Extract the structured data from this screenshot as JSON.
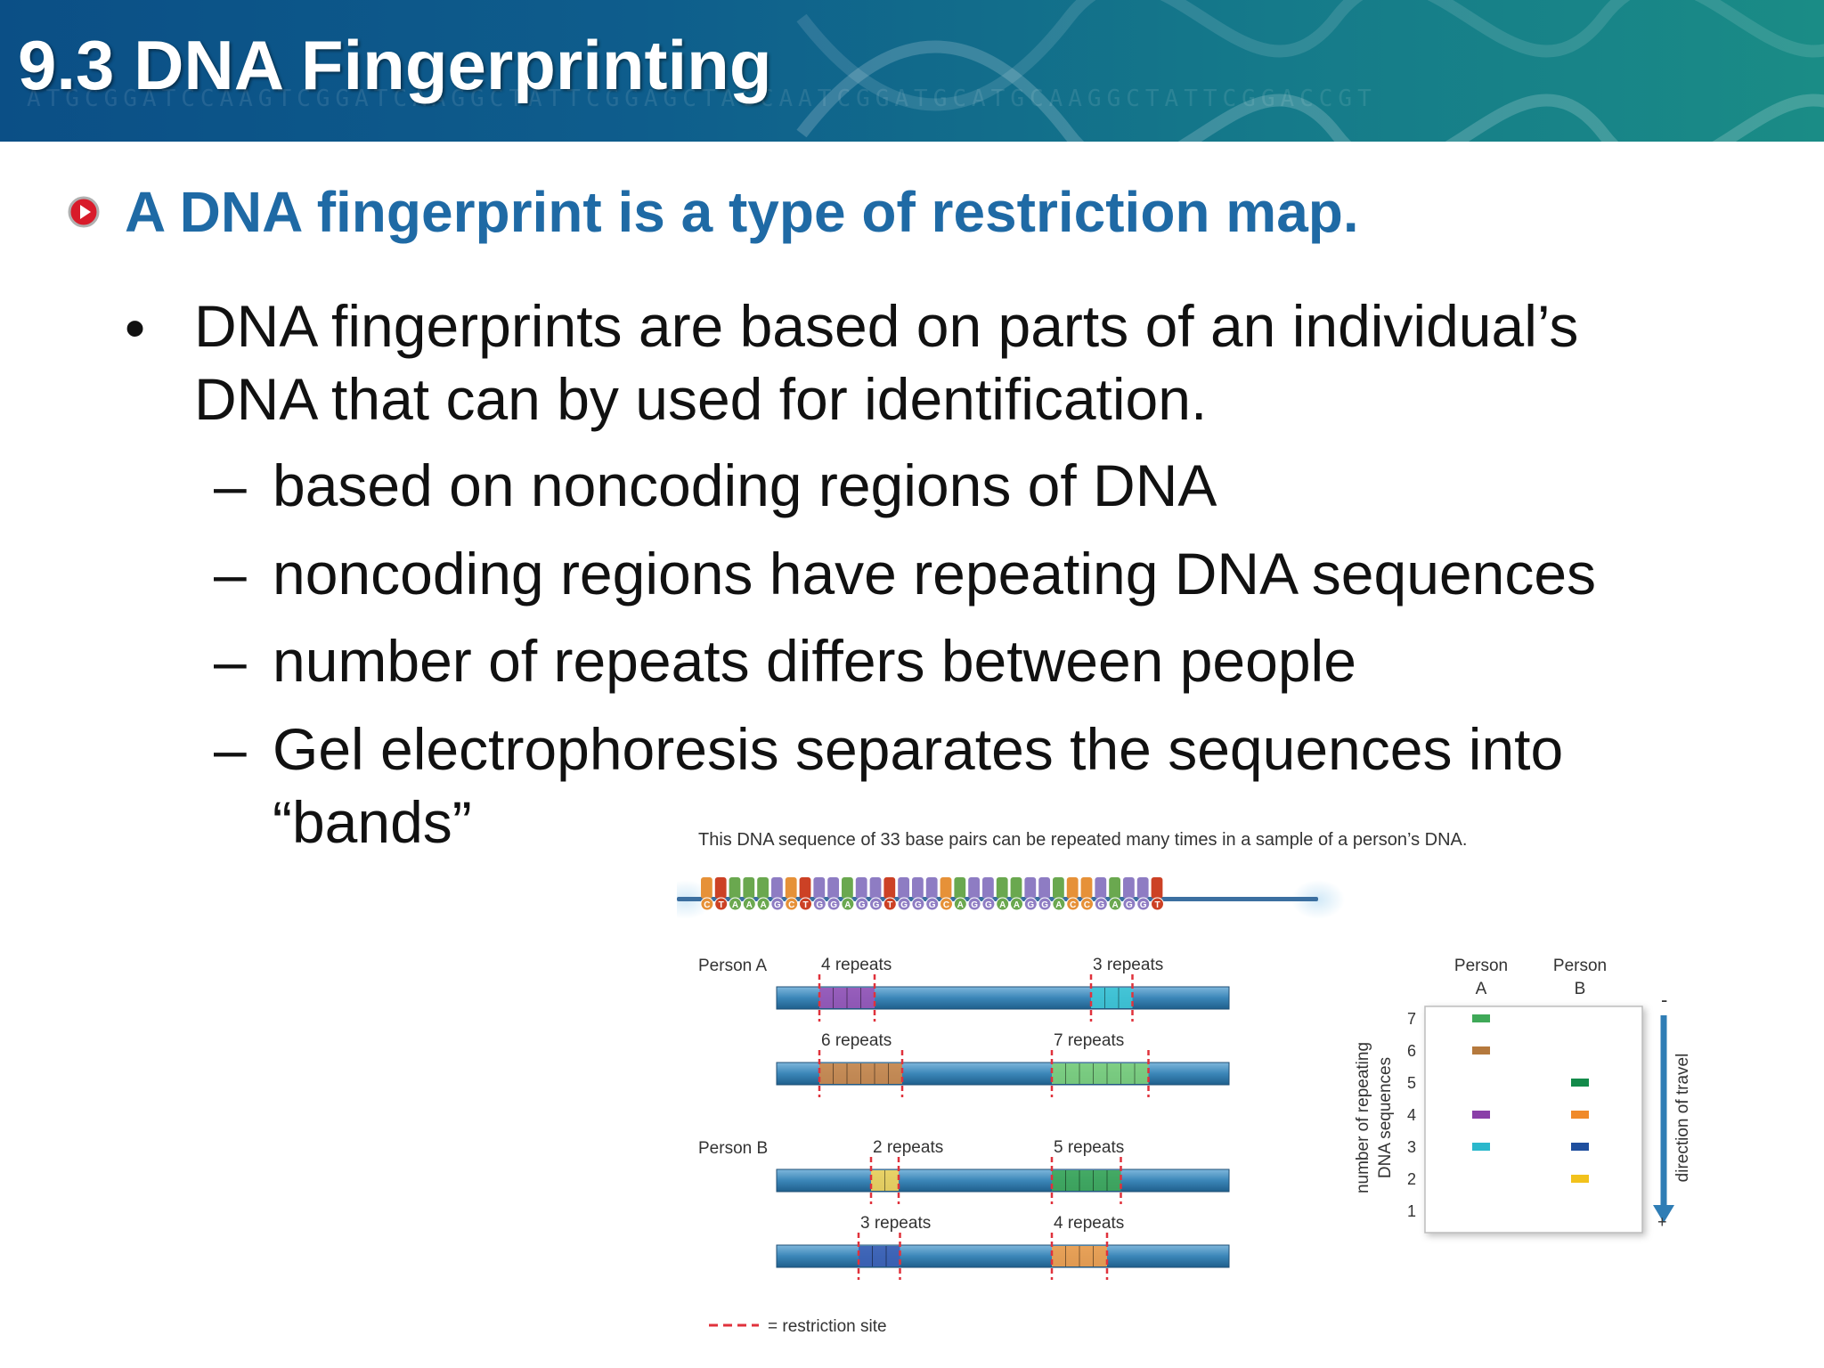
{
  "header": {
    "title": "9.3 DNA Fingerprinting"
  },
  "heading": {
    "text": "A DNA fingerprint is a type of restriction map."
  },
  "bullet": {
    "line1": "DNA fingerprints are based on parts of an individual’s",
    "line2": "DNA that can by used for identification."
  },
  "sub_bullets": [
    "based on noncoding regions of DNA",
    "noncoding regions have repeating DNA sequences",
    "number of repeats differs between people",
    "Gel electrophoresis separates the sequences into",
    "“bands”"
  ],
  "figure": {
    "caption": "This DNA sequence of 33 base pairs can be repeated many times in a sample of a person’s DNA.",
    "sequence": [
      "C",
      "T",
      "A",
      "A",
      "A",
      "G",
      "C",
      "T",
      "G",
      "G",
      "A",
      "G",
      "G",
      "T",
      "G",
      "G",
      "G",
      "C",
      "A",
      "G",
      "G",
      "A",
      "A",
      "G",
      "G",
      "A",
      "C",
      "C",
      "G",
      "A",
      "G",
      "G",
      "T"
    ],
    "base_colors": {
      "A": "#6aa84f",
      "C": "#e69138",
      "G": "#8e7cc3",
      "T": "#cc4125"
    },
    "person_a_label": "Person A",
    "person_b_label": "Person B",
    "strands": [
      {
        "left_label": "4 repeats",
        "right_label": "3 repeats",
        "left_count": 4,
        "right_count": 3,
        "left_color": "#9b55b8",
        "right_color": "#3fc7d6"
      },
      {
        "left_label": "6 repeats",
        "right_label": "7 repeats",
        "left_count": 6,
        "right_count": 7,
        "left_color": "#d08a4a",
        "right_color": "#7fd17a"
      },
      {
        "left_label": "2 repeats",
        "right_label": "5 repeats",
        "left_count": 2,
        "right_count": 5,
        "left_color": "#f5d55a",
        "right_color": "#3fa958"
      },
      {
        "left_label": "3 repeats",
        "right_label": "4 repeats",
        "left_count": 3,
        "right_count": 4,
        "left_color": "#3d5fb5",
        "right_color": "#f5a04a"
      }
    ],
    "legend_label": "= restriction site",
    "gel": {
      "col_a_label_1": "Person",
      "col_a_label_2": "A",
      "col_b_label_1": "Person",
      "col_b_label_2": "B",
      "axis_label_1": "number of repeating",
      "axis_label_2": "DNA sequences",
      "ticks": [
        "7",
        "6",
        "5",
        "4",
        "3",
        "2",
        "1"
      ],
      "direction_label": "direction of travel",
      "minus": "-",
      "plus": "+",
      "bands_a": [
        {
          "repeats": 7,
          "color": "#3fa958"
        },
        {
          "repeats": 6,
          "color": "#b5793d"
        },
        {
          "repeats": 4,
          "color": "#8a3fa8"
        },
        {
          "repeats": 3,
          "color": "#2bb8cc"
        }
      ],
      "bands_b": [
        {
          "repeats": 5,
          "color": "#138a4a"
        },
        {
          "repeats": 4,
          "color": "#f08a2a"
        },
        {
          "repeats": 3,
          "color": "#1f4f9e"
        },
        {
          "repeats": 2,
          "color": "#f2c21c"
        }
      ]
    }
  }
}
